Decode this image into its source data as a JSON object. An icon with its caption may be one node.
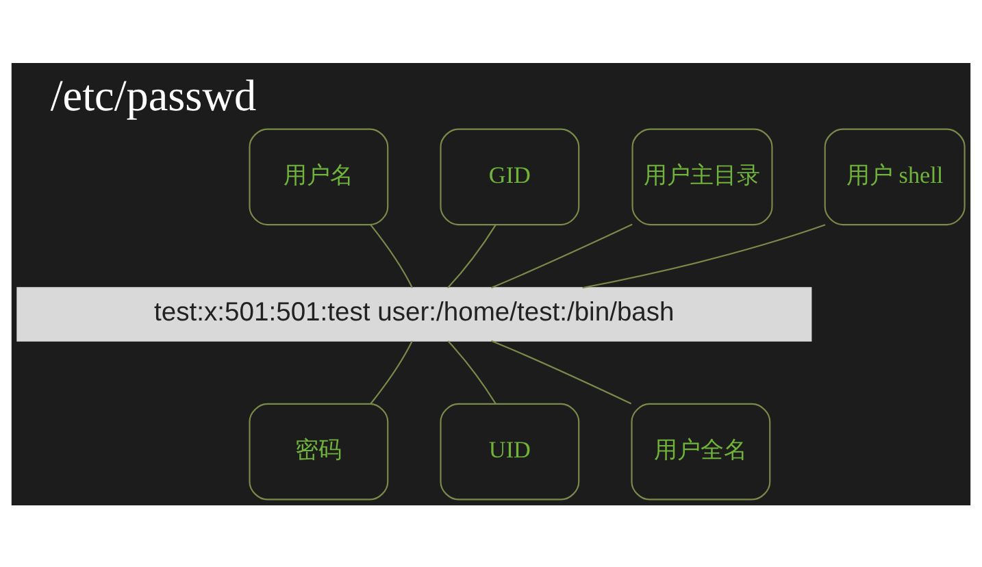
{
  "diagram": {
    "title": "/etc/passwd",
    "nodes": [
      {
        "text": [
          "用户名"
        ]
      },
      {
        "text": [
          "GID"
        ]
      },
      {
        "text": [
          "用户主目录"
        ]
      },
      {
        "text": [
          "用户 shell"
        ]
      },
      {
        "text": [
          "test:x:501:501:test user:/home/test:/bin/bash"
        ]
      },
      {
        "text": [
          "密码"
        ]
      },
      {
        "text": [
          "UID"
        ]
      },
      {
        "text": [
          "用户全名"
        ]
      }
    ],
    "edges": [
      {
        "from": 0,
        "to": 4,
        "arrow": "none"
      },
      {
        "from": 1,
        "to": 4,
        "arrow": "none"
      },
      {
        "from": 2,
        "to": 4,
        "arrow": "none"
      },
      {
        "from": 3,
        "to": 4,
        "arrow": "none"
      },
      {
        "from": 5,
        "to": 4,
        "arrow": "none"
      },
      {
        "from": 6,
        "to": 4,
        "arrow": "none"
      },
      {
        "from": 7,
        "to": 4,
        "arrow": "none"
      }
    ]
  }
}
